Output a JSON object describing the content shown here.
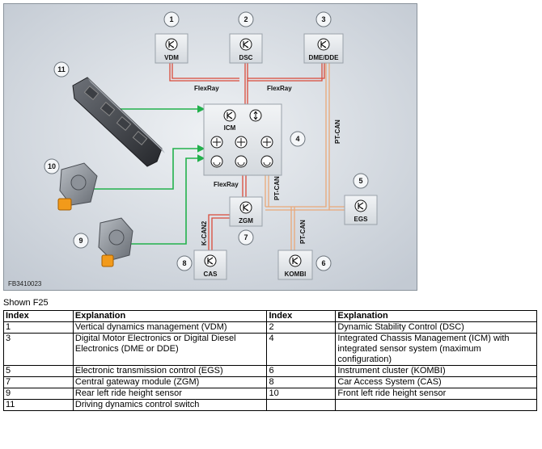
{
  "figure": {
    "id": "FB3410023",
    "caption": "Shown F25"
  },
  "nodes": {
    "vdm": "VDM",
    "dsc": "DSC",
    "dme": "DME/DDE",
    "icm": "ICM",
    "egs": "EGS",
    "zgm": "ZGM",
    "cas": "CAS",
    "kombi": "KOMBI"
  },
  "numbers": [
    "1",
    "2",
    "3",
    "4",
    "5",
    "6",
    "7",
    "8",
    "9",
    "10",
    "11"
  ],
  "bus_labels": {
    "flexray_left": "FlexRay",
    "flexray_right": "FlexRay",
    "flexray_lower": "FlexRay",
    "ptcan_right": "PT-CAN",
    "ptcan_zgm": "PT-CAN",
    "ptcan_kombi": "PT-CAN",
    "kcan2": "K-CAN2"
  },
  "colors": {
    "flexray": "#d94a3a",
    "ptcan": "#e9a878",
    "kcan2": "#d94a3a",
    "sensor_link": "#22b14c",
    "node_fill": "#e3e6ea",
    "diagram_bg": "#c9d0d8"
  },
  "legend": {
    "headers": [
      "Index",
      "Explanation",
      "Index",
      "Explanation"
    ],
    "rows": [
      {
        "i1": "1",
        "e1": "Vertical dynamics management (VDM)",
        "i2": "2",
        "e2": "Dynamic Stability Control (DSC)"
      },
      {
        "i1": "3",
        "e1": "Digital Motor Electronics or Digital Diesel Electronics (DME or DDE)",
        "i2": "4",
        "e2": "Integrated Chassis Management (ICM) with integrated sensor system (maximum configuration)"
      },
      {
        "i1": "5",
        "e1": "Electronic transmission control (EGS)",
        "i2": "6",
        "e2": "Instrument cluster (KOMBI)"
      },
      {
        "i1": "7",
        "e1": "Central gateway module (ZGM)",
        "i2": "8",
        "e2": "Car Access System (CAS)"
      },
      {
        "i1": "9",
        "e1": "Rear left ride height sensor",
        "i2": "10",
        "e2": "Front left ride height sensor"
      },
      {
        "i1": "11",
        "e1": "Driving dynamics control switch",
        "i2": "",
        "e2": ""
      }
    ]
  }
}
